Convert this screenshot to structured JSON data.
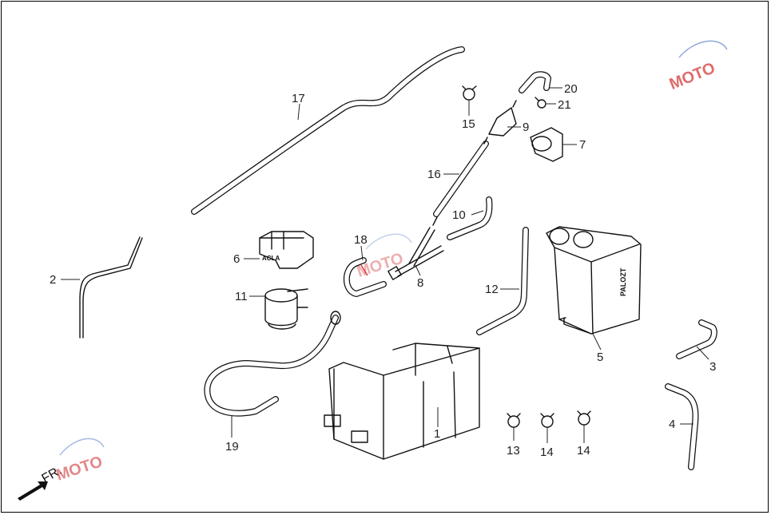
{
  "diagram": {
    "callouts": [
      {
        "id": "c1",
        "text": "1"
      },
      {
        "id": "c2",
        "text": "2"
      },
      {
        "id": "c3",
        "text": "3"
      },
      {
        "id": "c4",
        "text": "4"
      },
      {
        "id": "c5",
        "text": "5"
      },
      {
        "id": "c6",
        "text": "6"
      },
      {
        "id": "c7",
        "text": "7"
      },
      {
        "id": "c8",
        "text": "8"
      },
      {
        "id": "c9",
        "text": "9"
      },
      {
        "id": "c10",
        "text": "10"
      },
      {
        "id": "c11",
        "text": "11"
      },
      {
        "id": "c12",
        "text": "12"
      },
      {
        "id": "c13",
        "text": "13"
      },
      {
        "id": "c14a",
        "text": "14"
      },
      {
        "id": "c14b",
        "text": "14"
      },
      {
        "id": "c15",
        "text": "15"
      },
      {
        "id": "c16",
        "text": "16"
      },
      {
        "id": "c17",
        "text": "17"
      },
      {
        "id": "c18",
        "text": "18"
      },
      {
        "id": "c19",
        "text": "19"
      },
      {
        "id": "c20",
        "text": "20"
      },
      {
        "id": "c21",
        "text": "21"
      }
    ],
    "front_indicator": "FR.",
    "part_markings": {
      "part6": "ACLA",
      "part5": "PALOZT"
    },
    "watermark": "MOTO",
    "colors": {
      "line": "#111111",
      "watermark_red": "#d23a3a",
      "watermark_blue": "#6a8fd0"
    }
  }
}
